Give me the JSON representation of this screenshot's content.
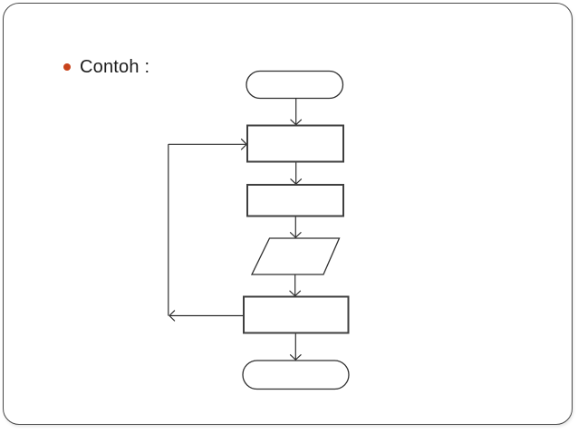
{
  "slide": {
    "bullet": {
      "label": "Contoh :",
      "color": "#c8431b"
    }
  },
  "flowchart": {
    "outline_color": "#3a3a3a",
    "nodes": [
      {
        "name": "start-terminator",
        "shape": "rounded-rectangle",
        "label": ""
      },
      {
        "name": "process-1",
        "shape": "rectangle",
        "label": ""
      },
      {
        "name": "process-2",
        "shape": "rectangle",
        "label": ""
      },
      {
        "name": "input-output",
        "shape": "parallelogram",
        "label": ""
      },
      {
        "name": "process-3",
        "shape": "rectangle",
        "label": ""
      },
      {
        "name": "end-terminator",
        "shape": "rounded-rectangle",
        "label": ""
      }
    ],
    "edges": [
      {
        "from": "start-terminator",
        "to": "process-1"
      },
      {
        "from": "process-1",
        "to": "process-2"
      },
      {
        "from": "process-2",
        "to": "input-output"
      },
      {
        "from": "input-output",
        "to": "process-3"
      },
      {
        "from": "process-3",
        "to": "end-terminator"
      },
      {
        "from": "process-3",
        "to": "process-1",
        "type": "loop-back"
      }
    ]
  }
}
